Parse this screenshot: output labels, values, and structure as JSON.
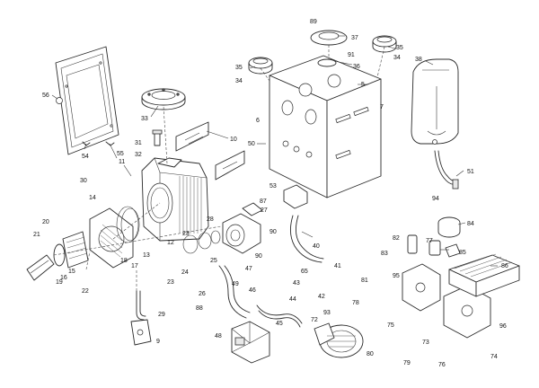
{
  "callouts": [
    {
      "id": "c9",
      "text": "9"
    },
    {
      "id": "c11",
      "text": "11"
    },
    {
      "id": "c12",
      "text": "12"
    },
    {
      "id": "c13",
      "text": "13"
    },
    {
      "id": "c14",
      "text": "14"
    },
    {
      "id": "c15",
      "text": "15"
    },
    {
      "id": "c16",
      "text": "16"
    },
    {
      "id": "c17",
      "text": "17"
    },
    {
      "id": "c18",
      "text": "18"
    },
    {
      "id": "c19",
      "text": "19"
    },
    {
      "id": "c20",
      "text": "20"
    },
    {
      "id": "c21",
      "text": "21"
    },
    {
      "id": "c22",
      "text": "22"
    },
    {
      "id": "c23a",
      "text": "23"
    },
    {
      "id": "c23b",
      "text": "23"
    },
    {
      "id": "c24",
      "text": "24"
    },
    {
      "id": "c25",
      "text": "25"
    },
    {
      "id": "c26",
      "text": "26"
    },
    {
      "id": "c27",
      "text": "27"
    },
    {
      "id": "c28",
      "text": "28"
    },
    {
      "id": "c29",
      "text": "29"
    },
    {
      "id": "c30",
      "text": "30"
    },
    {
      "id": "c31",
      "text": "31"
    },
    {
      "id": "c32",
      "text": "32"
    },
    {
      "id": "c33",
      "text": "33"
    },
    {
      "id": "c34a",
      "text": "34"
    },
    {
      "id": "c34b",
      "text": "34"
    },
    {
      "id": "c35a",
      "text": "35"
    },
    {
      "id": "c35b",
      "text": "35"
    },
    {
      "id": "c36",
      "text": "36"
    },
    {
      "id": "c37",
      "text": "37"
    },
    {
      "id": "c38",
      "text": "38"
    },
    {
      "id": "c40",
      "text": "40"
    },
    {
      "id": "c41",
      "text": "41"
    },
    {
      "id": "c42",
      "text": "42"
    },
    {
      "id": "c43",
      "text": "43"
    },
    {
      "id": "c44",
      "text": "44"
    },
    {
      "id": "c45",
      "text": "45"
    },
    {
      "id": "c46",
      "text": "46"
    },
    {
      "id": "c47",
      "text": "47"
    },
    {
      "id": "c48",
      "text": "48"
    },
    {
      "id": "c49",
      "text": "49"
    },
    {
      "id": "c50",
      "text": "50"
    },
    {
      "id": "c51",
      "text": "51"
    },
    {
      "id": "c53",
      "text": "53"
    },
    {
      "id": "c54",
      "text": "54"
    },
    {
      "id": "c55",
      "text": "55"
    },
    {
      "id": "c56",
      "text": "56"
    },
    {
      "id": "c5",
      "text": "5"
    },
    {
      "id": "c6",
      "text": "6"
    },
    {
      "id": "c7",
      "text": "7"
    },
    {
      "id": "c10",
      "text": "10"
    },
    {
      "id": "c65",
      "text": "65"
    },
    {
      "id": "c72",
      "text": "72"
    },
    {
      "id": "c73",
      "text": "73"
    },
    {
      "id": "c74",
      "text": "74"
    },
    {
      "id": "c75",
      "text": "75"
    },
    {
      "id": "c76",
      "text": "76"
    },
    {
      "id": "c77",
      "text": "77"
    },
    {
      "id": "c78",
      "text": "78"
    },
    {
      "id": "c79",
      "text": "79"
    },
    {
      "id": "c80",
      "text": "80"
    },
    {
      "id": "c81",
      "text": "81"
    },
    {
      "id": "c82",
      "text": "82"
    },
    {
      "id": "c83",
      "text": "83"
    },
    {
      "id": "c84",
      "text": "84"
    },
    {
      "id": "c85",
      "text": "85"
    },
    {
      "id": "c86",
      "text": "86"
    },
    {
      "id": "c87",
      "text": "87"
    },
    {
      "id": "c88",
      "text": "88"
    },
    {
      "id": "c89",
      "text": "89"
    },
    {
      "id": "c90a",
      "text": "90"
    },
    {
      "id": "c90b",
      "text": "90"
    },
    {
      "id": "c91",
      "text": "91"
    },
    {
      "id": "c93",
      "text": "93"
    },
    {
      "id": "c94",
      "text": "94"
    },
    {
      "id": "c95",
      "text": "95"
    },
    {
      "id": "c96",
      "text": "96"
    }
  ]
}
